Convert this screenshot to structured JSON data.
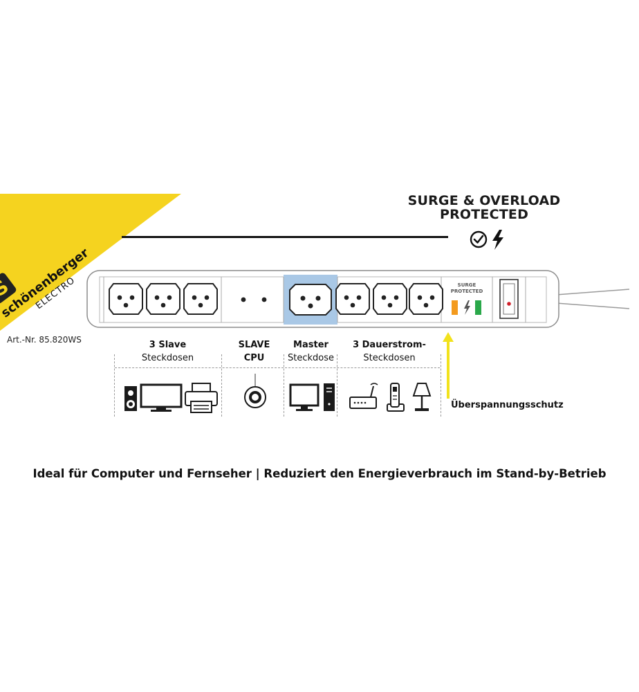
{
  "brand": {
    "name": "schönenberger",
    "sub": "ELECTRO",
    "badge_letter": "S",
    "colors": {
      "yellow": "#f5d31f",
      "badge": "#222222"
    }
  },
  "article_number": "Art.-Nr. 85.820WS",
  "surge_header": {
    "line1": "SURGE & OVERLOAD",
    "line2": "PROTECTED",
    "icons": [
      "check-circle-icon",
      "lightning-bolt-icon"
    ]
  },
  "strip": {
    "surge_module": {
      "line1": "SURGE",
      "line2": "PROTECTED"
    },
    "colors": {
      "master_socket": "#a9c8e6",
      "orange": "#f39a1e",
      "green": "#2aa84a",
      "switch_dot": "#d0202a",
      "arrow": "#f2e21c"
    }
  },
  "sections": [
    {
      "title": "3 Slave",
      "subtitle": "Steckdosen",
      "icons": [
        "speaker-icon",
        "monitor-icon",
        "printer-icon"
      ]
    },
    {
      "title": "SLAVE",
      "subtitle": "CPU",
      "icons": [
        "round-socket-icon"
      ]
    },
    {
      "title": "Master",
      "subtitle": "Steckdose",
      "icons": [
        "monitor-icon",
        "pc-tower-icon"
      ]
    },
    {
      "title": "3 Dauerstrom-",
      "subtitle": "Steckdosen",
      "icons": [
        "router-icon",
        "cordless-phone-icon",
        "lamp-icon"
      ]
    }
  ],
  "surge_label": "Überspannungsschutz",
  "tagline": "Ideal für Computer und Fernseher | Reduziert den Energieverbrauch im Stand-by-Betrieb"
}
